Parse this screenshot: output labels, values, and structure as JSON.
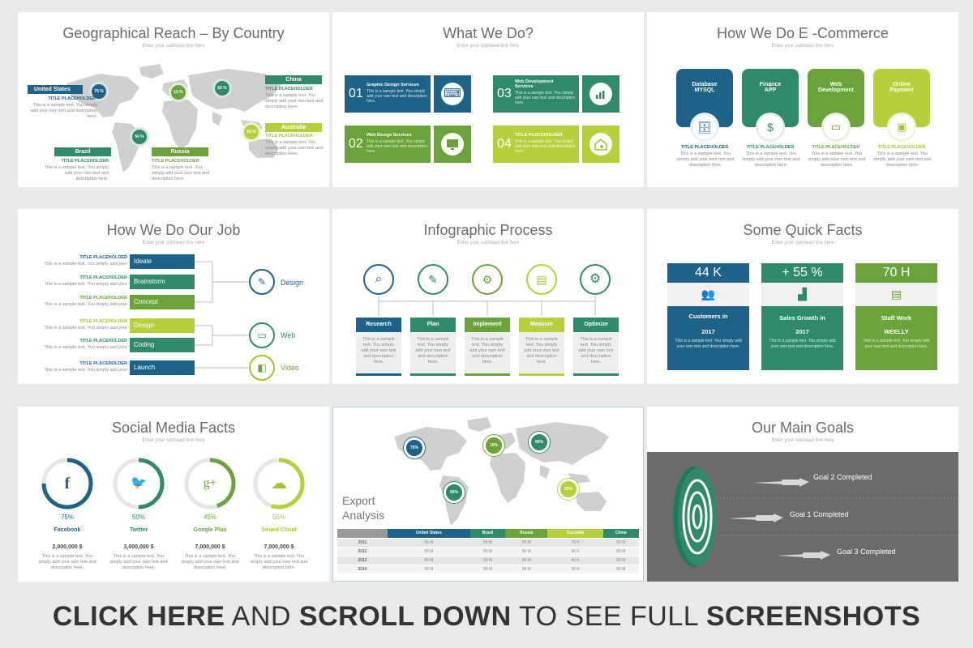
{
  "colors": {
    "blue": "#1f6288",
    "teal": "#2e8a6a",
    "green": "#6aa33a",
    "lime": "#b7cf3b"
  },
  "subhead": "Enter your subhead line here",
  "sample": "This is a sample text. You simply add your own text and description here.",
  "slide1": {
    "title": "Geographical Reach – By Country",
    "placeholder": "TITLE PLACEHOLDER",
    "countries": [
      {
        "name": "United States",
        "pct": "75 %"
      },
      {
        "name": "China",
        "pct": "65 %"
      },
      {
        "name": "Australia",
        "pct": "55 %"
      },
      {
        "name": "Brazil",
        "pct": "50 %"
      },
      {
        "name": "Russia",
        "pct": "15 %"
      }
    ]
  },
  "slide2": {
    "title": "What We Do?",
    "items": [
      {
        "num": "01",
        "name": "Graphic Design Services",
        "icon": "keyboard-icon"
      },
      {
        "num": "03",
        "name": "Web Development Services",
        "icon": "chart-icon"
      },
      {
        "num": "02",
        "name": "Web Design Services",
        "icon": "monitor-icon"
      },
      {
        "num": "04",
        "name": "TITLE PLACEHOLDER",
        "icon": "house-eye-icon"
      }
    ]
  },
  "slide3": {
    "title": "How We Do E -Commerce",
    "placeholder": "TITLE PLACEHOLDER",
    "items": [
      {
        "l1": "Database",
        "l2": "MYSQL"
      },
      {
        "l1": "Finance",
        "l2": "APP"
      },
      {
        "l1": "Web",
        "l2": "Development"
      },
      {
        "l1": "Online",
        "l2": "Payment"
      }
    ]
  },
  "slide4": {
    "title": "How We Do Our Job",
    "placeholder": "TITLE PLACEHOLDER",
    "row_text": "This is a sample text. You simply add your",
    "steps": [
      "Ideate",
      "Brainstorm",
      "Concept",
      "Design",
      "Coding",
      "Launch"
    ],
    "outputs": [
      "Design",
      "Web",
      "Video"
    ]
  },
  "slide5": {
    "title": "Infographic Process",
    "steps": [
      "Research",
      "Plan",
      "Implement",
      "Measure",
      "Optimize"
    ],
    "step_text": "This is a sample text. You simply add your own text and description here."
  },
  "slide6": {
    "title": "Some Quick Facts",
    "facts": [
      {
        "value": "44 K",
        "l1": "Customers in",
        "l2": "2017"
      },
      {
        "value": "+ 55 %",
        "l1": "Sales Growth in",
        "l2": "2017"
      },
      {
        "value": "70 H",
        "l1": "Staff Work",
        "l2": "WEELLY"
      }
    ]
  },
  "slide7": {
    "title": "Social Media Facts",
    "items": [
      {
        "pct": "75%",
        "name": "Facebook",
        "amount": "2,000,000 $",
        "glyph": "f"
      },
      {
        "pct": "50%",
        "name": "Twitter",
        "amount": "3,000,000 $",
        "glyph": "🐦"
      },
      {
        "pct": "45%",
        "name": "Google Plus",
        "amount": "7,000,000 $",
        "glyph": "g+"
      },
      {
        "pct": "55%",
        "name": "Sound Cloud",
        "amount": "7,000,000 $",
        "glyph": "☁"
      }
    ]
  },
  "slide8": {
    "title_l1": "Export",
    "title_l2": "Analysis",
    "map_pcts": [
      "75%",
      "15%",
      "65%",
      "50%",
      "55%"
    ],
    "columns": [
      "",
      "United States",
      "Brazil",
      "Russia",
      "Australia",
      "China"
    ],
    "rows": [
      [
        "2011",
        "55 M",
        "55 M",
        "55 M",
        "70 K",
        "55 M"
      ],
      [
        "2012",
        "80 M",
        "80 M",
        "80 M",
        "90 K",
        "80 M"
      ],
      [
        "2013",
        "80 M",
        "80 M",
        "80 M",
        "40 K",
        "80 M"
      ],
      [
        "2014",
        "99 M",
        "99 M",
        "99 M",
        "35 K",
        "80 M"
      ]
    ]
  },
  "slide9": {
    "title": "Our Main Goals",
    "goals": [
      "Goal 2 Completed",
      "Goal 1 Completed",
      "Goal 3 Completed"
    ]
  },
  "footer": {
    "p1": "CLICK HERE",
    "p2": " AND ",
    "p3": "SCROLL DOWN",
    "p4": " TO SEE FULL ",
    "p5": "SCREENSHOTS"
  }
}
